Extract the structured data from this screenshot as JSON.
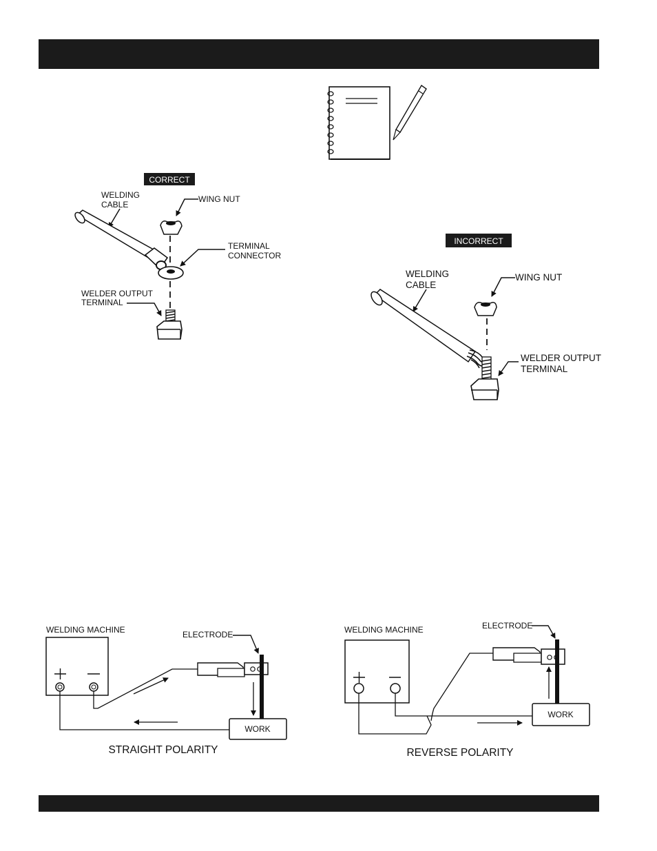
{
  "correct": {
    "badge": "CORRECT",
    "welding_cable": [
      "WELDING",
      "CABLE"
    ],
    "wing_nut": "WING NUT",
    "terminal_connector": [
      "TERMINAL",
      "CONNECTOR"
    ],
    "welder_output_terminal": [
      "WELDER OUTPUT",
      "TERMINAL"
    ]
  },
  "incorrect": {
    "badge": "INCORRECT",
    "welding_cable": [
      "WELDING",
      "CABLE"
    ],
    "wing_nut": "WING NUT",
    "welder_output_terminal": [
      "WELDER OUTPUT",
      "TERMINAL"
    ]
  },
  "straight": {
    "machine": "WELDING MACHINE",
    "electrode": "ELECTRODE",
    "work": "WORK",
    "caption": "STRAIGHT POLARITY"
  },
  "reverse": {
    "machine": "WELDING MACHINE",
    "electrode": "ELECTRODE",
    "work": "WORK",
    "caption": "REVERSE POLARITY"
  }
}
